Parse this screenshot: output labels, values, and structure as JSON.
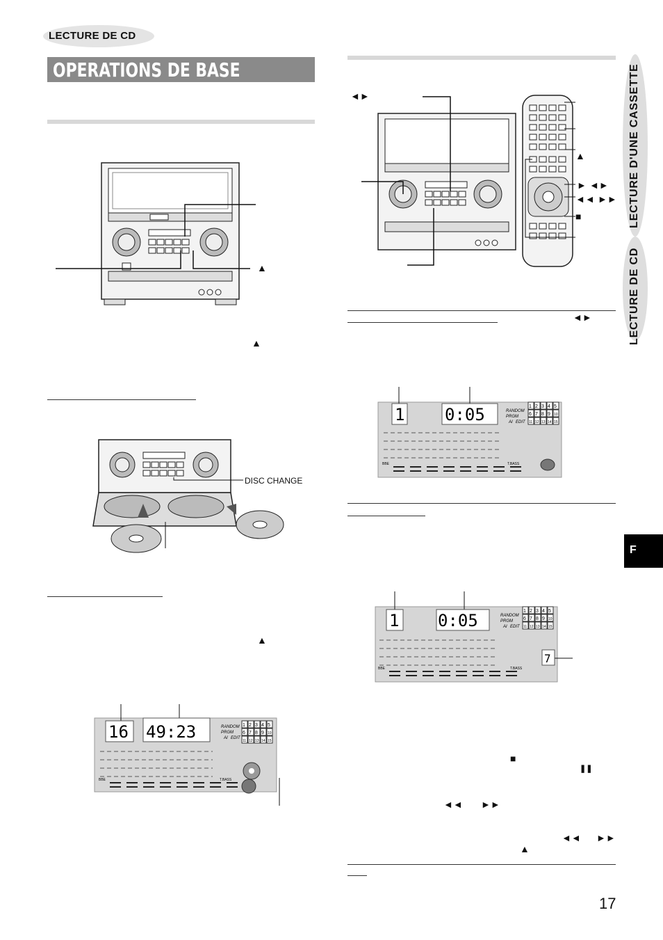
{
  "header": {
    "section": "LECTURE DE CD",
    "title": "OPERATIONS DE BASE"
  },
  "side_tabs": {
    "cassette": "LECTURE D'UNE CASSETTE",
    "cd": "LECTURE DE CD",
    "language": "F"
  },
  "labels": {
    "disc_change": "DISC CHANGE",
    "eject_symbol": "▲",
    "play_pause_symbol": "◄►",
    "play_symbol": "►",
    "stop_symbol": "■",
    "pause_symbol": "❚❚",
    "rewind_symbol": "◄◄",
    "forward_symbol": "►►"
  },
  "displays": {
    "display1": {
      "track": "1",
      "time": "0:05",
      "random": "RANDOM",
      "prgm": "PRGM",
      "ai": "AI",
      "edit": "EDIT",
      "grid": [
        "1",
        "2",
        "3",
        "4",
        "5",
        "6",
        "7",
        "8",
        "9",
        "10",
        "11",
        "12",
        "13",
        "14",
        "15"
      ]
    },
    "display2": {
      "track": "1",
      "time": "0:05",
      "random": "RANDOM",
      "prgm": "PRGM",
      "ai": "AI",
      "edit": "EDIT",
      "disc": "7",
      "grid": [
        "1",
        "2",
        "3",
        "4",
        "5",
        "6",
        "7",
        "8",
        "9",
        "10",
        "11",
        "12",
        "13",
        "14",
        "15"
      ]
    },
    "display3": {
      "track": "16",
      "time": "49:23",
      "random": "RANDOM",
      "prgm": "PRGM",
      "ai": "AI",
      "edit": "EDIT",
      "grid": [
        "1",
        "2",
        "3",
        "4",
        "5",
        "6",
        "7",
        "8",
        "9",
        "10",
        "11",
        "12",
        "13",
        "14",
        "15"
      ]
    },
    "bbe": "BBE",
    "trans": "T.BASS"
  },
  "page_number": "17"
}
